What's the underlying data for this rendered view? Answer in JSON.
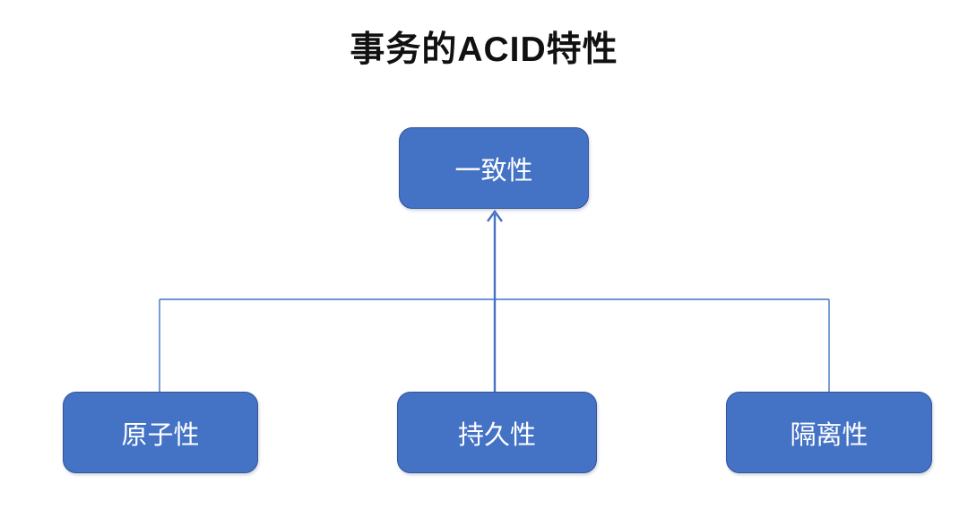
{
  "title": "事务的ACID特性",
  "colors": {
    "box_fill": "#4472C4",
    "box_border": "#35549A",
    "connector": "#4472C4",
    "node_text": "#FFFFFF",
    "title_color": "#111111",
    "background": "#FFFFFF"
  },
  "nodes": {
    "top": {
      "label": "一致性"
    },
    "bottom": [
      {
        "label": "原子性"
      },
      {
        "label": "持久性"
      },
      {
        "label": "隔离性"
      }
    ]
  }
}
